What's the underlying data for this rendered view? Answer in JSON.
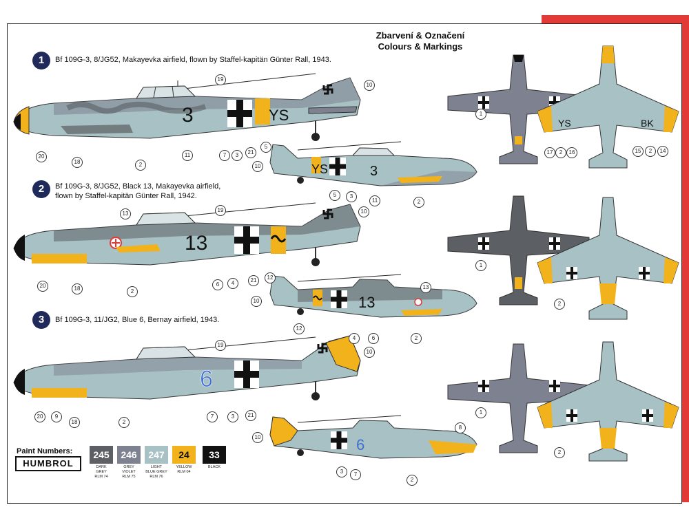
{
  "title": {
    "line1": "Zbarvení & Označení",
    "line2": "Colours & Markings"
  },
  "schemes": [
    {
      "number": "1",
      "caption_line1": "Bf 109G-3, 8/JG52, Makayevka airfield, flown by Staffel-kapitän Günter Rall, 1943.",
      "caption_line2": "",
      "side_code": "3",
      "side_letters": "YS"
    },
    {
      "number": "2",
      "caption_line1": "Bf 109G-3, 8/JG52, Black 13, Makayevka airfield,",
      "caption_line2": "flown by Staffel-kapitän Günter Rall, 1942.",
      "side_code": "13",
      "side_letters": ""
    },
    {
      "number": "3",
      "caption_line1": "Bf 109G-3, 11/JG2, Blue 6, Bernay airfield, 1943.",
      "caption_line2": "",
      "side_code": "6",
      "side_letters": ""
    }
  ],
  "callouts": {
    "s1": [
      "19",
      "10",
      "20",
      "18",
      "2",
      "11",
      "7",
      "3",
      "21",
      "5",
      "10",
      "5",
      "3",
      "11",
      "2"
    ],
    "s2": [
      "13",
      "19",
      "10",
      "20",
      "18",
      "2",
      "6",
      "4",
      "21",
      "12",
      "10",
      "13",
      "12",
      "4",
      "6",
      "2"
    ],
    "s3": [
      "19",
      "10",
      "20",
      "9",
      "18",
      "2",
      "7",
      "3",
      "21",
      "10",
      "8",
      "3",
      "7",
      "2"
    ],
    "top1": [
      "1"
    ],
    "bottom1": [
      "17",
      "2",
      "16",
      "15",
      "2",
      "14"
    ],
    "top2": [
      "1"
    ],
    "bottom2": [
      "2"
    ],
    "top3": [
      "1"
    ],
    "bottom3": [
      "2"
    ]
  },
  "lower_codes": {
    "left": "YS",
    "right": "BK"
  },
  "paint": {
    "label": "Paint Numbers:",
    "brand": "HUMBROL",
    "swatches": [
      {
        "code": "245",
        "color": "#5c5f64",
        "text_color": "#ffffff",
        "note_line1": "DARK",
        "note_line2": "GREY",
        "note_line3": "RLM 74"
      },
      {
        "code": "246",
        "color": "#7e8290",
        "text_color": "#ffffff",
        "note_line1": "GREY",
        "note_line2": "VIOLET",
        "note_line3": "RLM 75"
      },
      {
        "code": "247",
        "color": "#a7c1c4",
        "text_color": "#ffffff",
        "note_line1": "LIGHT",
        "note_line2": "BLUE GREY",
        "note_line3": "RLM 76"
      },
      {
        "code": "24",
        "color": "#f2b21b",
        "text_color": "#111111",
        "note_line1": "YELLOW",
        "note_line2": "RLM 04",
        "note_line3": ""
      },
      {
        "code": "33",
        "color": "#111111",
        "text_color": "#ffffff",
        "note_line1": "BLACK",
        "note_line2": "",
        "note_line3": ""
      }
    ]
  },
  "colors": {
    "dark_grey": "#5c5f64",
    "grey_violet": "#7e8290",
    "light_blue": "#a7c1c4",
    "yellow": "#f2b21b",
    "black": "#111111",
    "red": "#e23a36",
    "badge": "#1f2a5a",
    "blue_numeral": "#3f6fd0"
  }
}
